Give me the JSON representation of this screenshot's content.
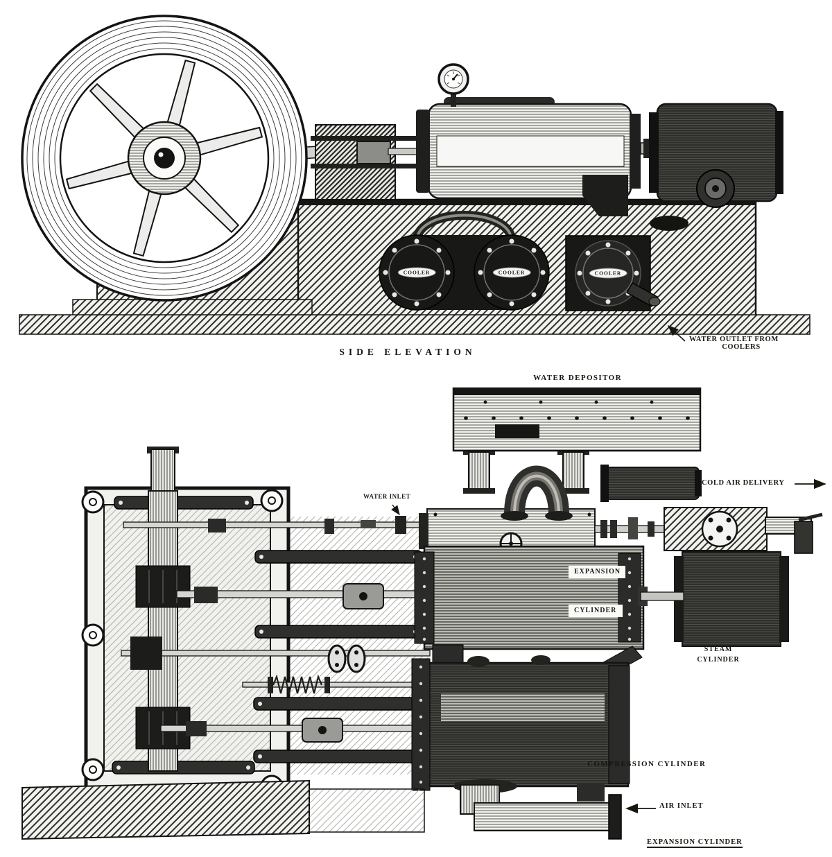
{
  "palette": {
    "paper": "#ffffff",
    "ink": "#17160f"
  },
  "side_elevation": {
    "caption": "SIDE ELEVATION",
    "coolers": [
      "COOLER",
      "COOLER",
      "COOLER"
    ],
    "water_outlet": {
      "line1": "WATER OUTLET FROM",
      "line2": "COOLERS"
    }
  },
  "plan": {
    "water_depositor": "WATER DEPOSITOR",
    "cold_air_delivery": "COLD AIR DELIVERY",
    "water_inlet": "WATER INLET",
    "expansion": {
      "line1": "EXPANSION",
      "line2": "CYLINDER"
    },
    "steam": {
      "line1": "STEAM",
      "line2": "CYLINDER"
    },
    "compression_cylinder": "COMPRESSION CYLINDER",
    "air_inlet": "AIR INLET",
    "expansion_bottom": "EXPANSION CYLINDER"
  }
}
